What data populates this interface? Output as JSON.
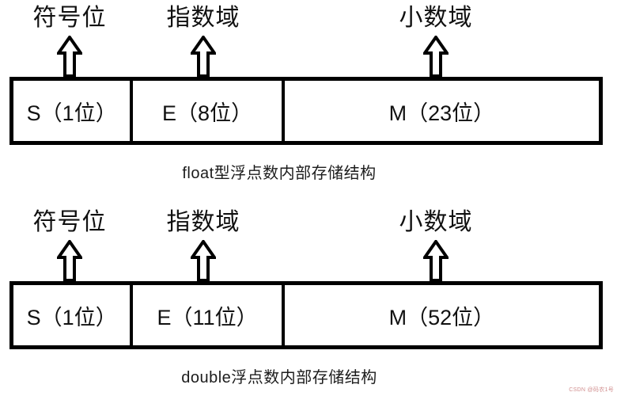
{
  "page": {
    "background": "#ffffff",
    "line_color": "#000000"
  },
  "sections": [
    {
      "caption": "float型浮点数内部存储结构",
      "pointers": [
        {
          "label": "符号位"
        },
        {
          "label": "指数域"
        },
        {
          "label": "小数域"
        }
      ],
      "cells": [
        {
          "text": "S（1位）"
        },
        {
          "text": "E（8位）"
        },
        {
          "text": "M（23位）"
        }
      ]
    },
    {
      "caption": "double浮点数内部存储结构",
      "pointers": [
        {
          "label": "符号位"
        },
        {
          "label": "指数域"
        },
        {
          "label": "小数域"
        }
      ],
      "cells": [
        {
          "text": "S（1位）"
        },
        {
          "text": "E（11位）"
        },
        {
          "text": "M（52位）"
        }
      ]
    }
  ],
  "watermark": {
    "text": "CSDN @码农1号",
    "color": "#d18f8f"
  }
}
